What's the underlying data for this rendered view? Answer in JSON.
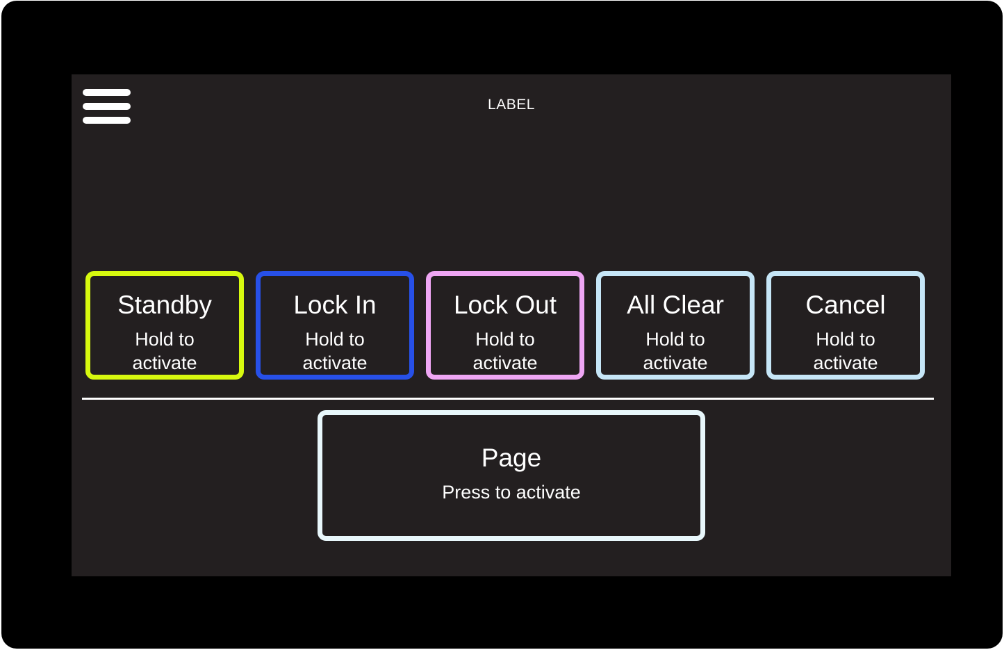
{
  "header": {
    "label": "LABEL",
    "menu_icon": "hamburger-menu-icon"
  },
  "mode_buttons": [
    {
      "title": "Standby",
      "subtitle": "Hold to activate",
      "border_color": "#d7f90f"
    },
    {
      "title": "Lock In",
      "subtitle": "Hold to activate",
      "border_color": "#2750e8"
    },
    {
      "title": "Lock Out",
      "subtitle": "Hold to activate",
      "border_color": "#efa6f4"
    },
    {
      "title": "All Clear",
      "subtitle": "Hold to activate",
      "border_color": "#c6e6f7"
    },
    {
      "title": "Cancel",
      "subtitle": "Hold to activate",
      "border_color": "#c6e6f7"
    }
  ],
  "page_button": {
    "title": "Page",
    "subtitle": "Press to activate",
    "border_color": "#e8f7fb"
  },
  "colors": {
    "background": "#231f20",
    "bezel": "#000000",
    "text": "#ffffff"
  }
}
